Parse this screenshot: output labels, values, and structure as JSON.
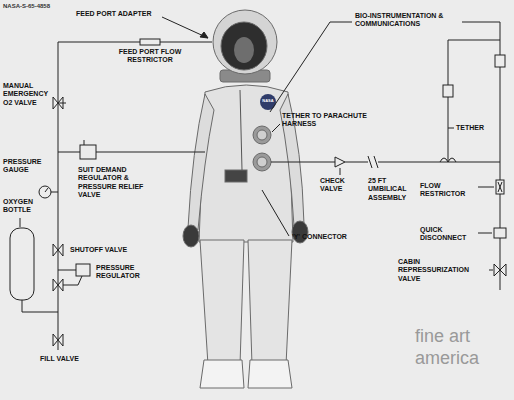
{
  "diagram": {
    "labels": [
      "NASA-S-65-4858",
      "FEED PORT ADAPTER",
      "FEED PORT FLOW RESTRICTOR",
      "MANUAL EMERGENCY O2 VALVE",
      "PRESSURE GAUGE",
      "OXYGEN BOTTLE",
      "SUIT DEMAND REGULATOR & PRESSURE RELIEF VALVE",
      "SHUTOFF VALVE",
      "PRESSURE REGULATOR",
      "FILL VALVE",
      "BIO-INSTRUMENTATION & COMMUNICATIONS",
      "TETHER TO PARACHUTE HARNESS",
      "TETHER",
      "CHECK VALVE",
      "25 FT UMBILICAL ASSEMBLY",
      "FLOW RESTRICTOR",
      "QUICK DISCONNECT",
      "CABIN REPRESSURIZATION VALVE",
      "'Y' CONNECTOR",
      "NASA",
      "fine art america"
    ]
  }
}
